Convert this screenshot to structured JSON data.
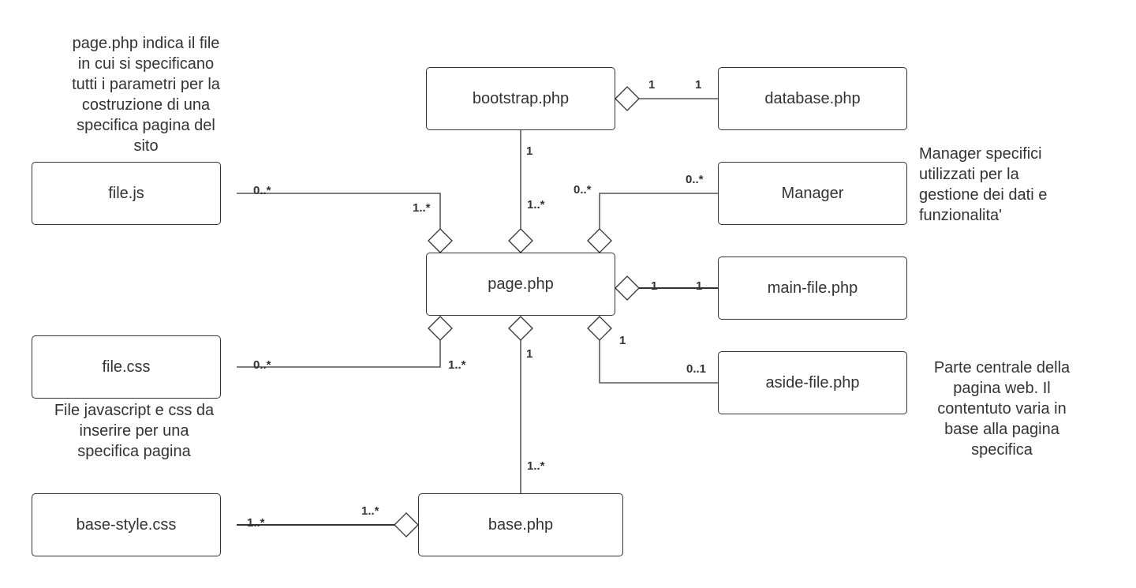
{
  "boxes": {
    "bootstrap": "bootstrap.php",
    "database": "database.php",
    "file_js": "file.js",
    "manager": "Manager",
    "page": "page.php",
    "main_file": "main-file.php",
    "file_css": "file.css",
    "aside_file": "aside-file.php",
    "base_style": "base-style.css",
    "base": "base.php"
  },
  "notes": {
    "page_note": [
      "page.php indica il file",
      "in cui si specificano",
      "tutti i parametri per la",
      "costruzione di una",
      "specifica pagina del",
      "sito"
    ],
    "manager_note": [
      "Manager specifici",
      "utilizzati per la",
      "gestione dei dati e",
      "funzionalita'"
    ],
    "css_note": [
      "File javascript e css da",
      "inserire per una",
      "specifica pagina"
    ],
    "aside_note": [
      "Parte centrale della",
      "pagina web. Il",
      "contentuto varia in",
      "base alla pagina",
      "specifica"
    ]
  },
  "multiplicities": {
    "bootstrap_db_left": "1",
    "bootstrap_db_right": "1",
    "bootstrap_page_top": "1",
    "bootstrap_page_bottom": "1..*",
    "filejs_left": "0..*",
    "filejs_right": "1..*",
    "manager_left": "0..*",
    "manager_right": "0..*",
    "main_left": "1",
    "main_right": "1",
    "filecss_left": "0..*",
    "filecss_right": "1..*",
    "aside_top": "1",
    "aside_right": "0..1",
    "base_top": "1",
    "base_bottom": "1..*",
    "basestyle_left": "1..*",
    "basestyle_right": "1..*"
  },
  "colors": {
    "stroke": "#333333",
    "background": "#ffffff"
  }
}
